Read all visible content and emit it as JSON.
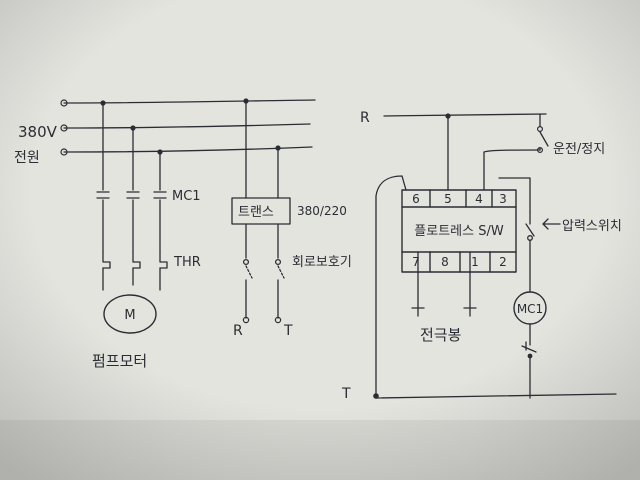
{
  "paper": {
    "color": "#e4e4df",
    "shade": "#c9c9c4",
    "ink": "#2b2d35"
  },
  "labels": {
    "voltage": "380V",
    "power_source": "전원",
    "mc1_contact": "MC1",
    "thr": "THR",
    "motor": "M",
    "pump_motor": "펌프모터",
    "transformer": "트랜스",
    "transformer_ratio": "380/220",
    "breaker": "회로보호기",
    "out_r": "R",
    "out_t": "T",
    "bus_r": "R",
    "bus_t": "T",
    "run_stop": "운전/정지",
    "float_switch": "플로트레스 S/W",
    "electrode": "전극봉",
    "pressure_switch": "압력스위치",
    "mc1_coil": "MC1"
  },
  "terminals": {
    "top": [
      "6",
      "5",
      "4",
      "3"
    ],
    "bottom": [
      "7",
      "8",
      "1",
      "2"
    ]
  }
}
